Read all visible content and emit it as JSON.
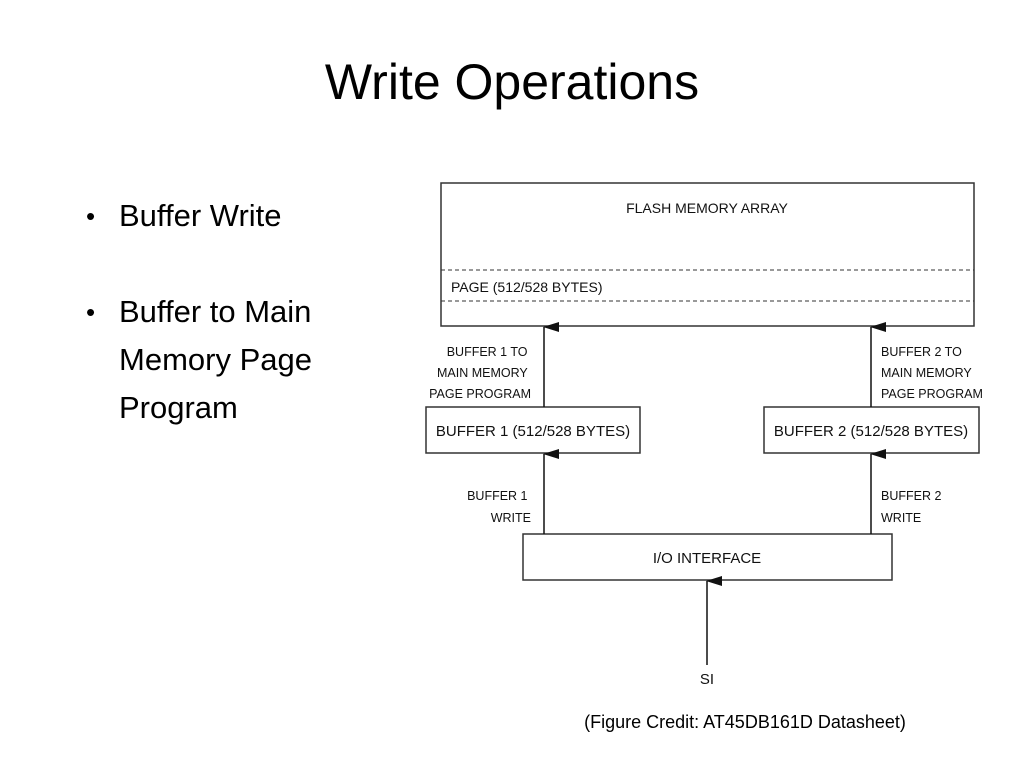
{
  "slide": {
    "title": "Write Operations",
    "bullets": [
      {
        "lines": [
          "Buffer Write"
        ]
      },
      {
        "lines": [
          "Buffer to Main",
          "Memory Page",
          "Program"
        ]
      }
    ],
    "credit": "(Figure Credit: AT45DB161D Datasheet)"
  },
  "diagram": {
    "flash_array": "FLASH MEMORY ARRAY",
    "page": "PAGE (512/528 BYTES)",
    "buffer1": "BUFFER 1 (512/528 BYTES)",
    "buffer2": "BUFFER 2 (512/528 BYTES)",
    "io_interface": "I/O INTERFACE",
    "si": "SI",
    "buffer1_to_main": [
      "BUFFER 1 TO",
      "MAIN MEMORY",
      "PAGE PROGRAM"
    ],
    "buffer2_to_main": [
      "BUFFER 2 TO",
      "MAIN MEMORY",
      "PAGE PROGRAM"
    ],
    "buffer1_write": [
      "BUFFER 1",
      "WRITE"
    ],
    "buffer2_write": [
      "BUFFER 2",
      "WRITE"
    ]
  }
}
